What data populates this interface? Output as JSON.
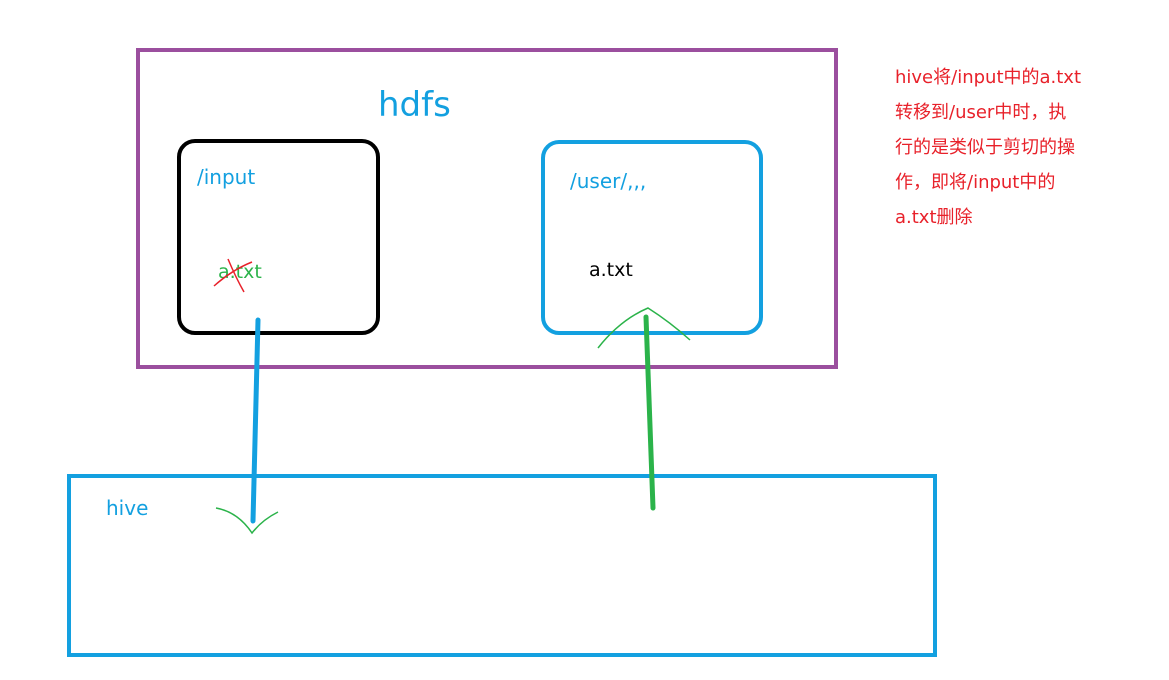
{
  "hdfs": {
    "title": "hdfs"
  },
  "input_dir": {
    "label": "/input",
    "file": "a.txt"
  },
  "user_dir": {
    "label": "/user/,,,",
    "file": "a.txt"
  },
  "hive": {
    "label": "hive"
  },
  "note": {
    "text": "hive将/input中的a.txt\n转移到/user中时，执\n行的是类似于剪切的操\n作，即将/input中的\na.txt删除"
  },
  "colors": {
    "hdfs_border": "#9b4f9e",
    "input_border": "#000000",
    "accent_blue": "#13a0e0",
    "green": "#2bb34a",
    "red": "#e8212a"
  }
}
